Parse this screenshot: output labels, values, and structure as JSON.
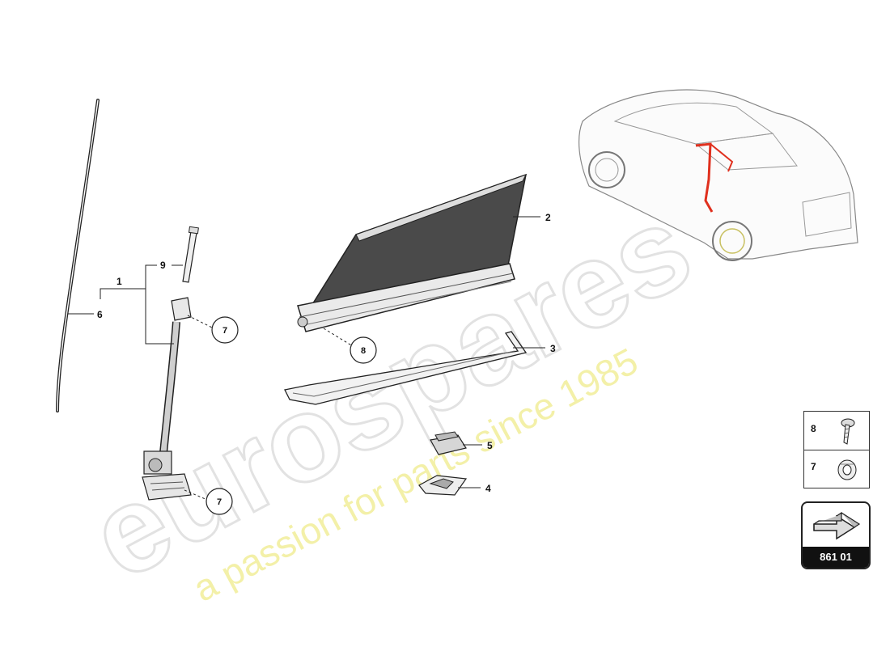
{
  "watermark": {
    "brand": "eurospares",
    "tagline": "a passion for parts since 1985"
  },
  "callouts": {
    "c1": "1",
    "c2": "2",
    "c3": "3",
    "c4": "4",
    "c5": "5",
    "c6": "6",
    "c7a": "7",
    "c7b": "7",
    "c8": "8",
    "c9": "9"
  },
  "legend": {
    "row1_num": "8",
    "row1_icon": "screw-icon",
    "row2_num": "7",
    "row2_icon": "nut-icon"
  },
  "nav": {
    "code": "861 01",
    "icon": "arrow-icon"
  },
  "colors": {
    "line": "#222222",
    "highlight": "#e0301e",
    "watermark_gray": "#e2e2e2",
    "watermark_yellow": "#f3f0a8"
  }
}
